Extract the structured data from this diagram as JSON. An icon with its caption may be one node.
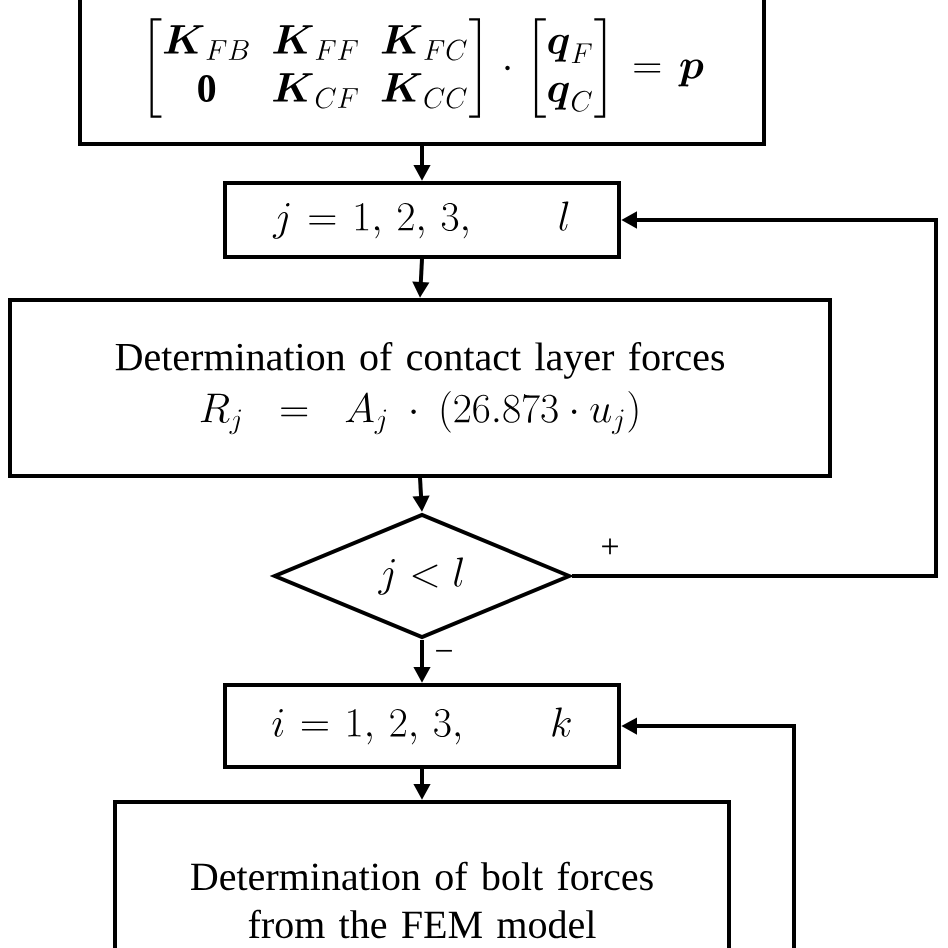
{
  "diagram": {
    "nodes": [
      {
        "text": [
          "\\begin{bmatrix} \\boldsymbol{K}_{FB} & \\boldsymbol{K}_{FF} & \\boldsymbol{K}_{FC} \\\\ \\mathbf{0} & \\boldsymbol{K}_{CF} & \\boldsymbol{K}_{CC} \\end{bmatrix} \\cdot \\begin{bmatrix} \\boldsymbol{q}_{F} \\\\ \\boldsymbol{q}_{C} \\end{bmatrix} = \\boldsymbol{p}"
        ]
      },
      {
        "text": [
          "j = 1,\\, 2,\\, 3, \\qquad l"
        ]
      },
      {
        "text": [
          "Determination of contact layer forces",
          "R_{j} = A_{j} \\cdot \\left(26.873 \\cdot u_{j}\\right)"
        ]
      },
      {
        "text": [
          "j < l"
        ]
      },
      {
        "text": [
          "i = 1,\\, 2,\\, 3, \\qquad k"
        ]
      },
      {
        "text": [
          "Determination of bolt forces from the FEM model"
        ]
      }
    ],
    "edges": [
      {
        "from": 0,
        "to": 1,
        "arrow": "to"
      },
      {
        "from": 1,
        "to": 2,
        "arrow": "to"
      },
      {
        "from": 2,
        "to": 3,
        "arrow": "to"
      },
      {
        "from": 3,
        "to": 1,
        "arrow": "to",
        "label": "+"
      },
      {
        "from": 3,
        "to": 4,
        "arrow": "to",
        "label": "−"
      },
      {
        "from": 4,
        "to": 5,
        "arrow": "to"
      },
      {
        "from": null,
        "to": 4,
        "arrow": "to"
      }
    ]
  }
}
